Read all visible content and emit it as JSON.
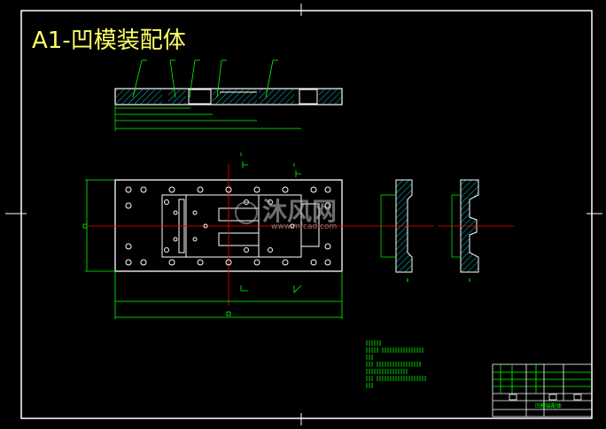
{
  "drawing": {
    "title": "A1-凹模装配体",
    "watermark_brand": "沐风网",
    "watermark_url": "www.mfcad.com",
    "title_block_label": "凹模装配体"
  },
  "colors": {
    "background": "#000000",
    "frame": "#ffffff",
    "outline": "#ffffff",
    "dimension": "#00ff00",
    "centerline": "#ff0000",
    "title": "#ffff66",
    "hatch": "#00ffff"
  }
}
